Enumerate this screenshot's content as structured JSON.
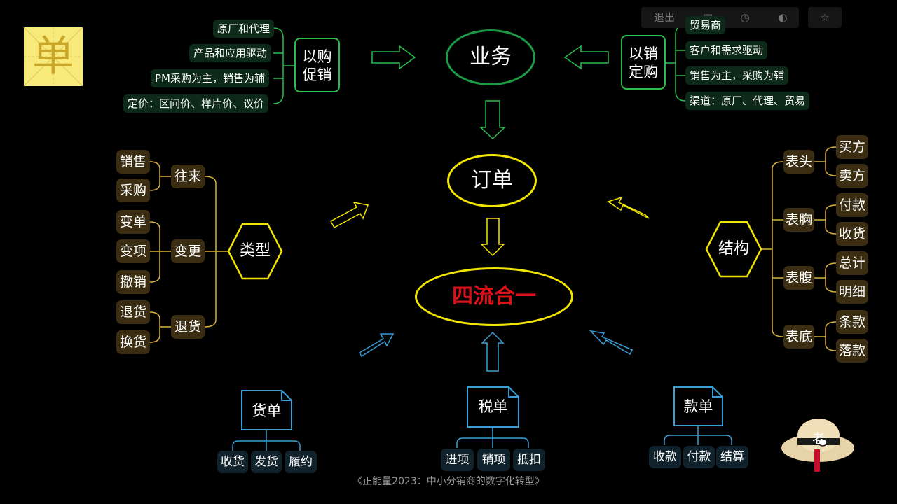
{
  "toolbar": {
    "exit_label": "退出"
  },
  "logo_char": "单",
  "top": {
    "left_box": "以购\n促销",
    "left_items": [
      "原厂和代理",
      "产品和应用驱动",
      "PM采购为主，销售为辅",
      "定价：区间价、样片价、议价"
    ],
    "center": "业务",
    "right_box": "以销\n定购",
    "right_items": [
      "贸易商",
      "客户和需求驱动",
      "销售为主，采购为辅",
      "渠道：原厂、代理、贸易"
    ]
  },
  "order": "订单",
  "merge": "四流合一",
  "type_tree": {
    "root": "类型",
    "groups": [
      {
        "label": "往来",
        "items": [
          "销售",
          "采购"
        ]
      },
      {
        "label": "变更",
        "items": [
          "变单",
          "变项",
          "撤销"
        ]
      },
      {
        "label": "退货",
        "items": [
          "退货",
          "换货"
        ]
      }
    ]
  },
  "structure_tree": {
    "root": "结构",
    "groups": [
      {
        "label": "表头",
        "items": [
          "买方",
          "卖方"
        ]
      },
      {
        "label": "表胸",
        "items": [
          "付款",
          "收货"
        ]
      },
      {
        "label": "表腹",
        "items": [
          "总计",
          "明细"
        ]
      },
      {
        "label": "表底",
        "items": [
          "条款",
          "落款"
        ]
      }
    ]
  },
  "docs": [
    {
      "title": "货单",
      "items": [
        "收货",
        "发货",
        "履约"
      ]
    },
    {
      "title": "税单",
      "items": [
        "进项",
        "销项",
        "抵扣"
      ]
    },
    {
      "title": "款单",
      "items": [
        "收款",
        "付款",
        "结算"
      ]
    }
  ],
  "footer": "《正能量2023：中小分销商的数字化转型》",
  "mascot_char": "老",
  "colors": {
    "green": "#2bbd4c",
    "yellow": "#f2e600",
    "gold": "#d9b23a",
    "blue": "#3a9ed6",
    "red": "#e0101a"
  }
}
